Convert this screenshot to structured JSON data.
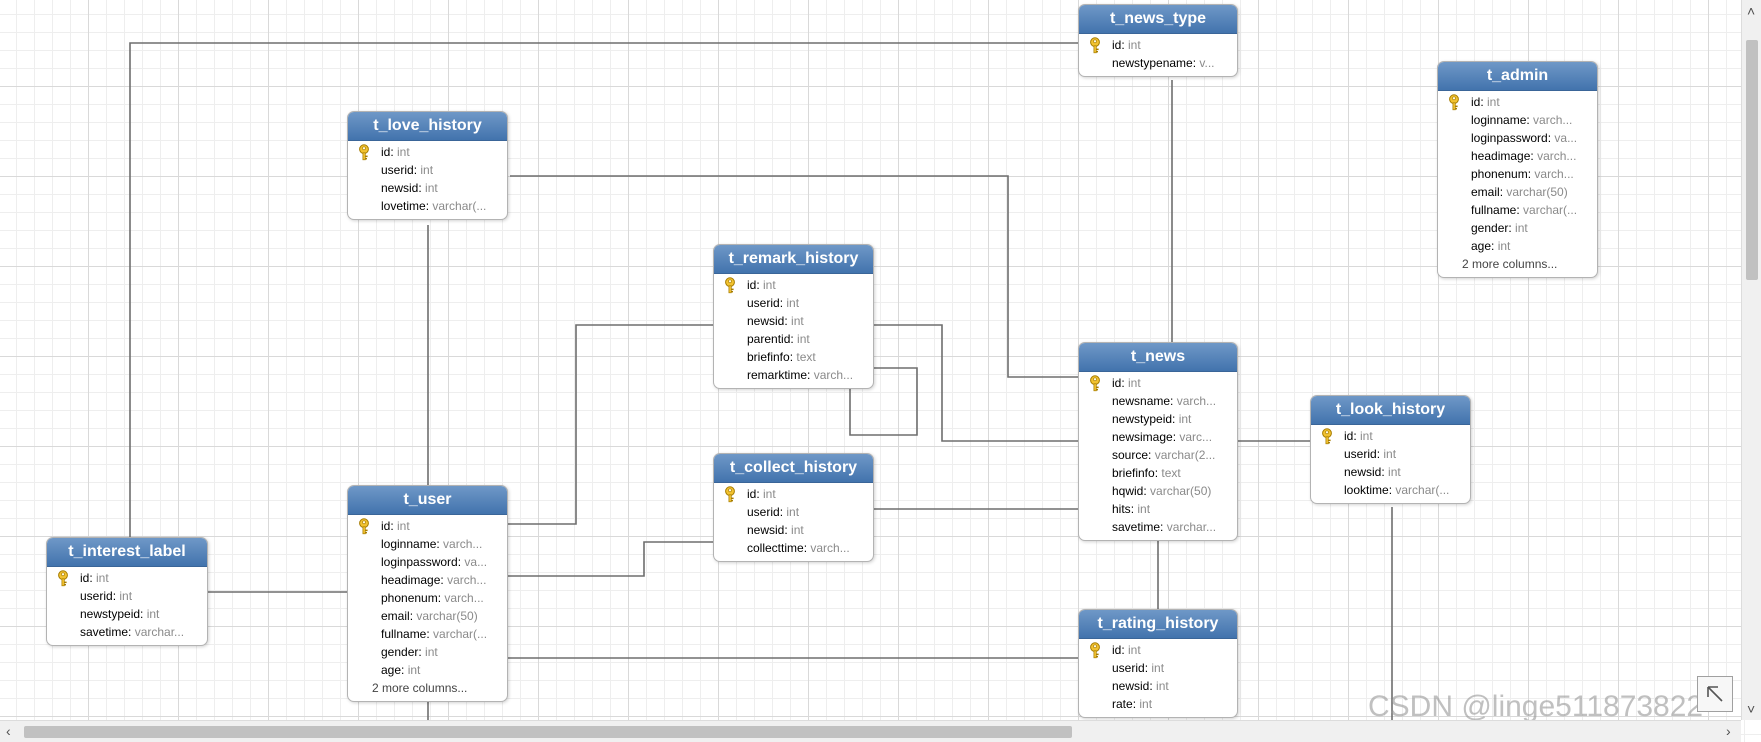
{
  "tables": [
    {
      "id": "t_news_type",
      "name": "t_news_type",
      "columns": [
        {
          "name": "id",
          "type": "int",
          "pk": true
        },
        {
          "name": "newstypename",
          "type": "v..."
        }
      ]
    },
    {
      "id": "t_admin",
      "name": "t_admin",
      "columns": [
        {
          "name": "id",
          "type": "int",
          "pk": true
        },
        {
          "name": "loginname",
          "type": "varch..."
        },
        {
          "name": "loginpassword",
          "type": "va..."
        },
        {
          "name": "headimage",
          "type": "varch..."
        },
        {
          "name": "phonenum",
          "type": "varch..."
        },
        {
          "name": "email",
          "type": "varchar(50)"
        },
        {
          "name": "fullname",
          "type": "varchar(..."
        },
        {
          "name": "gender",
          "type": "int"
        },
        {
          "name": "age",
          "type": "int"
        }
      ],
      "more": "2 more columns..."
    },
    {
      "id": "t_love_history",
      "name": "t_love_history",
      "columns": [
        {
          "name": "id",
          "type": "int",
          "pk": true
        },
        {
          "name": "userid",
          "type": "int"
        },
        {
          "name": "newsid",
          "type": "int"
        },
        {
          "name": "lovetime",
          "type": "varchar(..."
        }
      ]
    },
    {
      "id": "t_remark_history",
      "name": "t_remark_history",
      "columns": [
        {
          "name": "id",
          "type": "int",
          "pk": true
        },
        {
          "name": "userid",
          "type": "int"
        },
        {
          "name": "newsid",
          "type": "int"
        },
        {
          "name": "parentid",
          "type": "int"
        },
        {
          "name": "briefinfo",
          "type": "text"
        },
        {
          "name": "remarktime",
          "type": "varch..."
        }
      ]
    },
    {
      "id": "t_news",
      "name": "t_news",
      "columns": [
        {
          "name": "id",
          "type": "int",
          "pk": true
        },
        {
          "name": "newsname",
          "type": "varch..."
        },
        {
          "name": "newstypeid",
          "type": "int"
        },
        {
          "name": "newsimage",
          "type": "varc..."
        },
        {
          "name": "source",
          "type": "varchar(2..."
        },
        {
          "name": "briefinfo",
          "type": "text"
        },
        {
          "name": "hqwid",
          "type": "varchar(50)"
        },
        {
          "name": "hits",
          "type": "int"
        },
        {
          "name": "savetime",
          "type": "varchar..."
        }
      ]
    },
    {
      "id": "t_look_history",
      "name": "t_look_history",
      "columns": [
        {
          "name": "id",
          "type": "int",
          "pk": true
        },
        {
          "name": "userid",
          "type": "int"
        },
        {
          "name": "newsid",
          "type": "int"
        },
        {
          "name": "looktime",
          "type": "varchar(..."
        }
      ]
    },
    {
      "id": "t_collect_history",
      "name": "t_collect_history",
      "columns": [
        {
          "name": "id",
          "type": "int",
          "pk": true
        },
        {
          "name": "userid",
          "type": "int"
        },
        {
          "name": "newsid",
          "type": "int"
        },
        {
          "name": "collecttime",
          "type": "varch..."
        }
      ]
    },
    {
      "id": "t_user",
      "name": "t_user",
      "columns": [
        {
          "name": "id",
          "type": "int",
          "pk": true
        },
        {
          "name": "loginname",
          "type": "varch..."
        },
        {
          "name": "loginpassword",
          "type": "va..."
        },
        {
          "name": "headimage",
          "type": "varch..."
        },
        {
          "name": "phonenum",
          "type": "varch..."
        },
        {
          "name": "email",
          "type": "varchar(50)"
        },
        {
          "name": "fullname",
          "type": "varchar(..."
        },
        {
          "name": "gender",
          "type": "int"
        },
        {
          "name": "age",
          "type": "int"
        }
      ],
      "more": "2 more columns..."
    },
    {
      "id": "t_interest_label",
      "name": "t_interest_label",
      "columns": [
        {
          "name": "id",
          "type": "int",
          "pk": true
        },
        {
          "name": "userid",
          "type": "int"
        },
        {
          "name": "newstypeid",
          "type": "int"
        },
        {
          "name": "savetime",
          "type": "varchar..."
        }
      ]
    },
    {
      "id": "t_rating_history",
      "name": "t_rating_history",
      "columns": [
        {
          "name": "id",
          "type": "int",
          "pk": true
        },
        {
          "name": "userid",
          "type": "int"
        },
        {
          "name": "newsid",
          "type": "int"
        },
        {
          "name": "rate",
          "type": "int"
        }
      ]
    }
  ],
  "watermark": "CSDN @linge511873822",
  "icons": {
    "primary_key": "key-icon",
    "scroll_left": "arrow-left-icon",
    "scroll_right": "arrow-right-icon",
    "scroll_up": "arrow-up-icon",
    "scroll_down": "arrow-down-icon",
    "resize": "resize-icon"
  },
  "colors": {
    "header_top": "#6f98c7",
    "header_bottom": "#4273ad",
    "line": "#6e6e6e",
    "key": "#e6b422",
    "type_text": "#8a8a8a"
  }
}
